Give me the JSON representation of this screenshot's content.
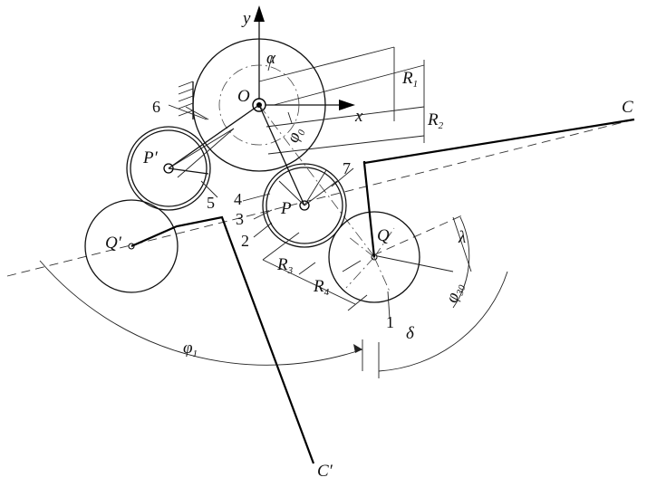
{
  "labels": {
    "y": "y",
    "x": "x",
    "alpha": "α",
    "O": "O",
    "R1": "R",
    "R1_sub": "1",
    "R2": "R",
    "R2_sub": "2",
    "C": "C",
    "six": "6",
    "phi0": "φ",
    "phi0_sub": "0",
    "Pprime": "P′",
    "seven": "7",
    "four": "4",
    "five": "5",
    "P": "P",
    "three": "3",
    "Qprime": "Q′",
    "two": "2",
    "Q": "Q",
    "lambda": "λ",
    "R3": "R",
    "R3_sub": "3",
    "R4": "R",
    "R4_sub": "4",
    "phi30": "φ",
    "phi30_sub": "30",
    "one": "1",
    "delta": "δ",
    "phi1": "φ",
    "phi1_sub": "1",
    "Cprime": "C′"
  }
}
